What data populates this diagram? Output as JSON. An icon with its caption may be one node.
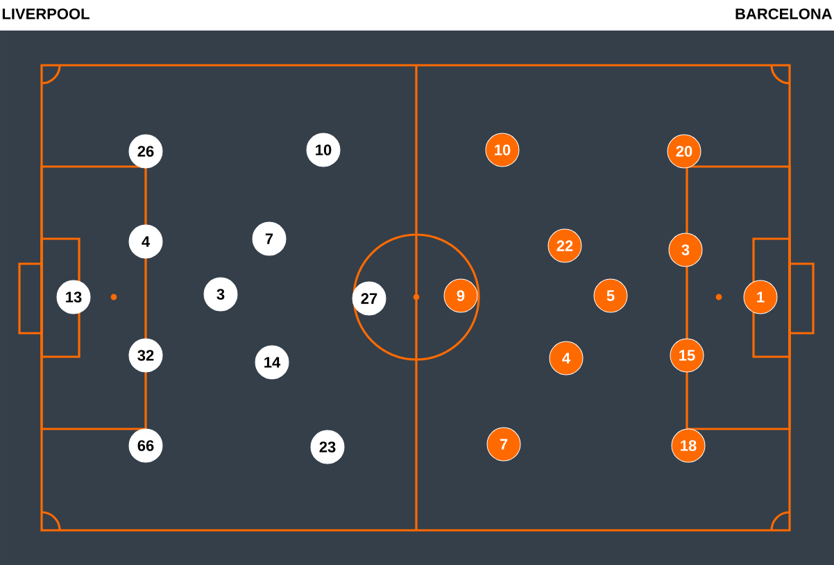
{
  "diagram": {
    "nodes": [
      {
        "text": [
          "13"
        ]
      },
      {
        "text": [
          "26"
        ]
      },
      {
        "text": [
          "4"
        ]
      },
      {
        "text": [
          "32"
        ]
      },
      {
        "text": [
          "66"
        ]
      },
      {
        "text": [
          "3"
        ]
      },
      {
        "text": [
          "7"
        ]
      },
      {
        "text": [
          "14"
        ]
      },
      {
        "text": [
          "10"
        ]
      },
      {
        "text": [
          "27"
        ]
      },
      {
        "text": [
          "23"
        ]
      },
      {
        "text": [
          "9"
        ]
      },
      {
        "text": [
          "10"
        ]
      },
      {
        "text": [
          "22"
        ]
      },
      {
        "text": [
          "4"
        ]
      },
      {
        "text": [
          "7"
        ]
      },
      {
        "text": [
          "5"
        ]
      },
      {
        "text": [
          "20"
        ]
      },
      {
        "text": [
          "3"
        ]
      },
      {
        "text": [
          "15"
        ]
      },
      {
        "text": [
          "18"
        ]
      },
      {
        "text": [
          "1"
        ]
      }
    ],
    "labels": [
      "LIVERPOOL",
      "BARCELONA"
    ]
  }
}
